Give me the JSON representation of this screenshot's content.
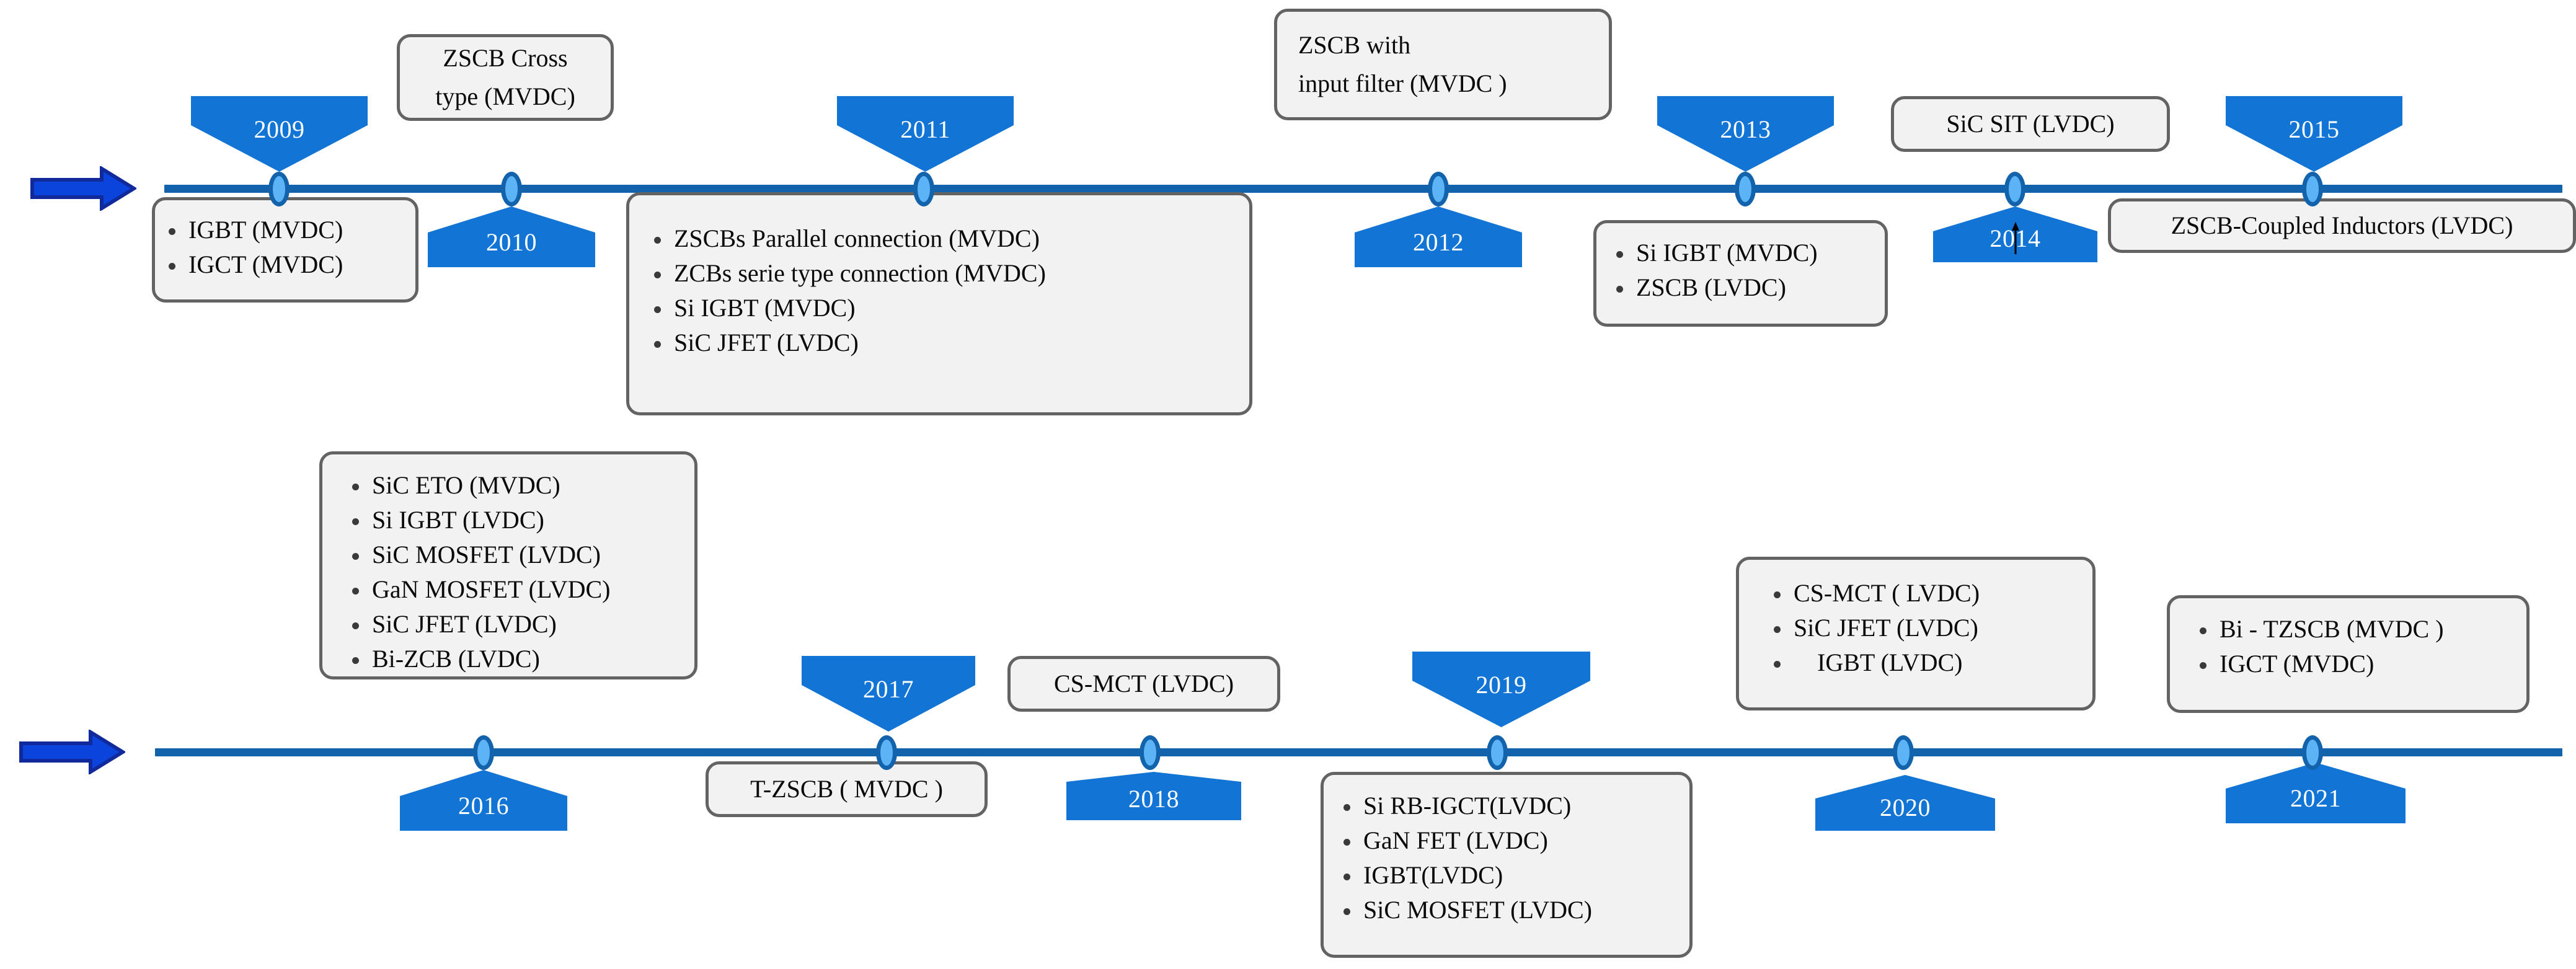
{
  "diagram": {
    "title": "DC circuit breaker technology timeline (2009-2021)",
    "colors": {
      "axis": "#1263AC",
      "node_fill": "#5CB3F5",
      "node_ring": "#1263AC",
      "chevron": "#1274D4",
      "chevron_text": "#FFFFFF",
      "box_fill": "#F2F2F2",
      "box_border": "#636363",
      "box_text": "#0A0A0A",
      "start_arrow_fill": "#0B44DC",
      "start_arrow_border": "#102A9B"
    }
  },
  "row1": {
    "start_arrow_name": "timeline-start-arrow-top",
    "years": [
      {
        "label": "2009",
        "direction": "down"
      },
      {
        "label": "2010",
        "direction": "up"
      },
      {
        "label": "2011",
        "direction": "down"
      },
      {
        "label": "2012",
        "direction": "up"
      },
      {
        "label": "2013",
        "direction": "down"
      },
      {
        "label": "2014",
        "direction": "up"
      },
      {
        "label": "2015",
        "direction": "down"
      }
    ],
    "boxes": {
      "b2009": {
        "items": [
          "IGBT (MVDC)",
          "IGCT (MVDC)"
        ]
      },
      "b2010": {
        "text": "ZSCB Cross\ntype (MVDC)"
      },
      "b2011": {
        "items": [
          "ZSCBs  Parallel connection (MVDC)",
          "ZCBs  serie type connection (MVDC)",
          "Si IGBT (MVDC)",
          "SiC JFET (LVDC)"
        ]
      },
      "b2012": {
        "text": "ZSCB with\ninput filter (MVDC )"
      },
      "b2013": {
        "items": [
          "Si IGBT (MVDC)",
          "ZSCB (LVDC)"
        ]
      },
      "b2014": {
        "text": "SiC SIT (LVDC)"
      },
      "b2015": {
        "text": "ZSCB-Coupled Inductors (LVDC)"
      }
    }
  },
  "row2": {
    "start_arrow_name": "timeline-start-arrow-bottom",
    "years": [
      {
        "label": "2016",
        "direction": "up"
      },
      {
        "label": "2017",
        "direction": "down"
      },
      {
        "label": "2018",
        "direction": "up"
      },
      {
        "label": "2019",
        "direction": "down"
      },
      {
        "label": "2020",
        "direction": "up"
      },
      {
        "label": "2021",
        "direction": "up"
      }
    ],
    "boxes": {
      "b2016": {
        "items": [
          "SiC ETO (MVDC)",
          "Si IGBT (LVDC)",
          "SiC MOSFET (LVDC)",
          "GaN MOSFET (LVDC)",
          "SiC JFET (LVDC)",
          "Bi-ZCB  (LVDC)"
        ]
      },
      "b2017": {
        "text": "T-ZSCB ( MVDC )"
      },
      "b2018": {
        "text": "CS-MCT (LVDC)"
      },
      "b2019": {
        "items": [
          "Si RB-IGCT(LVDC)",
          "GaN FET (LVDC)",
          "IGBT(LVDC)",
          "SiC MOSFET (LVDC)"
        ]
      },
      "b2020": {
        "items": [
          "CS-MCT ( LVDC)",
          "SiC JFET (LVDC)",
          " IGBT (LVDC)"
        ]
      },
      "b2021": {
        "items": [
          "Bi - TZSCB (MVDC )",
          "IGCT (MVDC)"
        ]
      }
    }
  }
}
